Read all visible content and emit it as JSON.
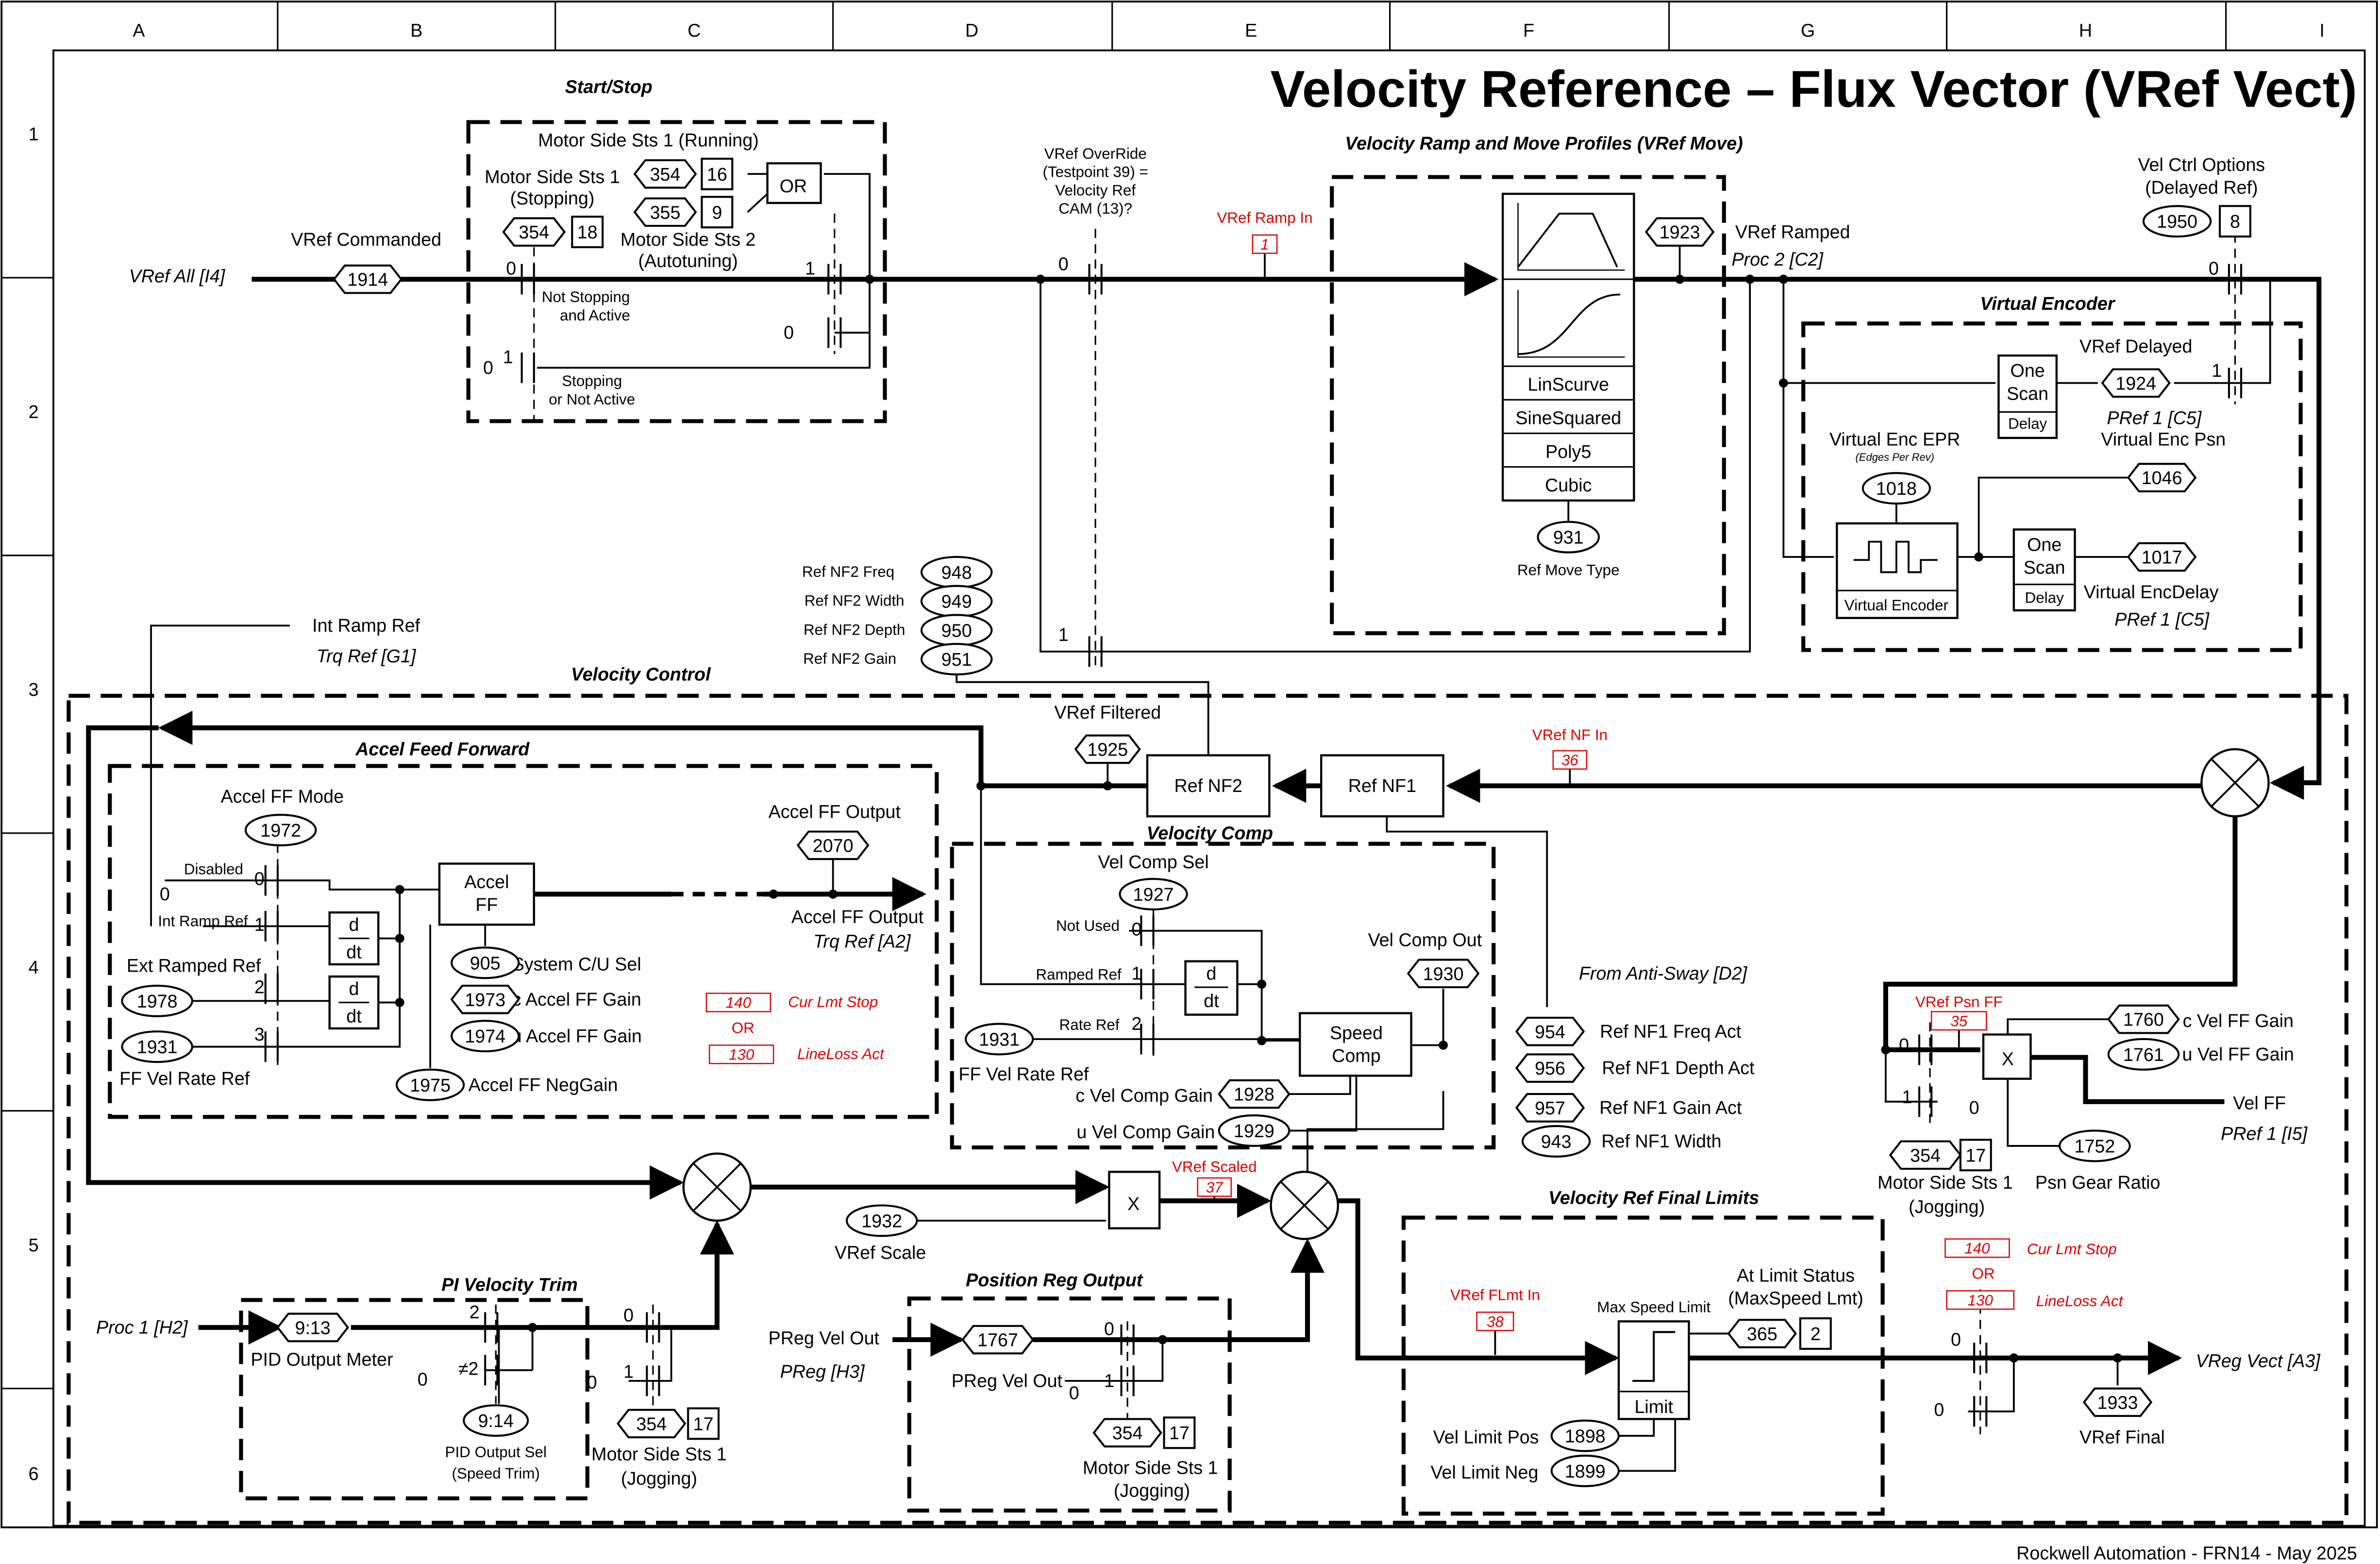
{
  "title": "Velocity Reference – Flux Vector (VRef Vect)",
  "footer": "Rockwell Automation - FRN14 - May 2025",
  "grid": {
    "columns": [
      "A",
      "B",
      "C",
      "D",
      "E",
      "F",
      "G",
      "H",
      "I"
    ],
    "rows": [
      "1",
      "2",
      "3",
      "4",
      "5",
      "6"
    ]
  },
  "labels": {
    "start_stop": "Start/Stop",
    "running": "Motor Side Sts 1 (Running)",
    "mss1_stop": "Motor Side Sts 1",
    "stopping": "(Stopping)",
    "mss2": "Motor Side Sts 2",
    "autotuning": "(Autotuning)",
    "or": "OR",
    "vref_cmd": "VRef Commanded",
    "vref_all": "VRef All [I4]",
    "not_stopping": "Not Stopping",
    "and_active": "and Active",
    "stopping2": "Stopping",
    "or_not_active": "or Not Active",
    "override1": "VRef OverRide",
    "override2": "(Testpoint 39) =",
    "override3": "Velocity Ref",
    "override4": "CAM (13)?",
    "ramp_section": "Velocity Ramp and Move Profiles (VRef Move)",
    "linscurve": "LinScurve",
    "sinesquared": "SineSquared",
    "poly5": "Poly5",
    "cubic": "Cubic",
    "ref_move_type": "Ref Move Type",
    "vref_ramped": "VRef Ramped",
    "proc2": "Proc 2 [C2]",
    "velctrl1": "Vel Ctrl Options",
    "velctrl2": "(Delayed Ref)",
    "virt_enc": "Virtual Encoder",
    "one": "One",
    "scan": "Scan",
    "delay": "Delay",
    "vref_delayed": "VRef Delayed",
    "pref1_c5": "PRef 1 [C5]",
    "virt_enc_psn": "Virtual Enc Psn",
    "virt_enc_epr": "Virtual Enc EPR",
    "edges": "(Edges Per Rev)",
    "virt_encoder_blk": "Virtual Encoder",
    "virt_encdelay": "Virtual EncDelay",
    "pref1_c5b": "PRef 1 [C5]",
    "nf2_freq": "Ref NF2 Freq",
    "nf2_width": "Ref NF2 Width",
    "nf2_depth": "Ref NF2 Depth",
    "nf2_gain": "Ref NF2 Gain",
    "int_ramp_ref": "Int Ramp Ref",
    "trq_ref_g1": "Trq Ref [G1]",
    "vel_control": "Velocity Control",
    "vref_filtered": "VRef Filtered",
    "ref_nf2": "Ref NF2",
    "ref_nf1": "Ref NF1",
    "accel_ff": "Accel Feed Forward",
    "accel_ff_mode": "Accel FF Mode",
    "disabled": "Disabled",
    "int_ramp_ref2": "Int Ramp Ref",
    "ext_ramped_ref": "Ext Ramped Ref",
    "ff_vel_rate_ref": "FF Vel Rate Ref",
    "d": "d",
    "dt": "dt",
    "accel": "Accel",
    "ff": "FF",
    "sys_cu_sel": "System C/U Sel",
    "c_accel_ff_gain": "c Accel FF Gain",
    "u_accel_ff_gain": "u Accel FF Gain",
    "accel_ff_neggain": "Accel FF NegGain",
    "accel_ff_output": "Accel FF Output",
    "accel_ff_output2": "Accel FF Output",
    "trq_ref_a2": "Trq Ref [A2]",
    "vel_comp": "Velocity Comp",
    "vel_comp_sel": "Vel Comp Sel",
    "not_used": "Not Used",
    "ramped_ref": "Ramped Ref",
    "rate_ref": "Rate Ref",
    "speed": "Speed",
    "comp": "Comp",
    "vel_comp_out": "Vel Comp Out",
    "ff_vel_rate_ref2": "FF Vel Rate Ref",
    "c_vel_comp_gain": "c Vel Comp Gain",
    "u_vel_comp_gain": "u Vel Comp Gain",
    "anti_sway": "From Anti-Sway [D2]",
    "nf1_freq_act": "Ref NF1 Freq Act",
    "nf1_depth_act": "Ref NF1 Depth Act",
    "nf1_gain_act": "Ref NF1 Gain Act",
    "nf1_width": "Ref NF1 Width",
    "c_vel_ff_gain": "c Vel FF Gain",
    "u_vel_ff_gain": "u Vel FF Gain",
    "vel_ff": "Vel FF",
    "pref1_i5": "PRef 1 [I5]",
    "psn_gear_ratio": "Psn Gear Ratio",
    "mss1_jog_a": "Motor Side Sts 1",
    "jogging_a": "(Jogging)",
    "x1": "X",
    "x2": "X",
    "vref_scale": "VRef Scale",
    "pi_trim": "PI Velocity Trim",
    "proc1_h2": "Proc 1 [H2]",
    "pid_out_meter": "PID Output Meter",
    "pid_out_sel": "PID Output Sel",
    "speed_trim": "(Speed Trim)",
    "ne2": "≠2",
    "mss1_jog_b": "Motor Side Sts 1",
    "jogging_b": "(Jogging)",
    "pos_reg_out": "Position Reg Output",
    "preg_vel_out": "PReg Vel Out",
    "preg_h3": "PReg [H3]",
    "preg_vel_out2": "PReg Vel Out",
    "mss1_jog_c": "Motor Side Sts 1",
    "jogging_c": "(Jogging)",
    "final_limits": "Velocity Ref Final Limits",
    "at_limit": "At Limit Status",
    "maxspeed_lmt": "(MaxSpeed Lmt)",
    "max_speed_limit": "Max Speed Limit",
    "limit": "Limit",
    "vel_limit_pos": "Vel Limit Pos",
    "vel_limit_neg": "Vel Limit Neg",
    "vreg_vect": "VReg Vect [A3]",
    "vref_final": "VRef Final",
    "n0": "0",
    "n1": "1",
    "n2": "2",
    "n3": "3"
  },
  "red_labels": {
    "vref_ramp_in": "VRef Ramp In",
    "vref_nf_in": "VRef NF In",
    "vref_psn_ff": "VRef Psn FF",
    "vref_scaled": "VRef Scaled",
    "vref_flmt_in": "VRef FLmt In",
    "cur_lmt_stop_a": "Cur Lmt Stop",
    "lineloss_a": "LineLoss Act",
    "or_a": "OR",
    "cur_lmt_stop_b": "Cur Lmt Stop",
    "lineloss_b": "LineLoss Act",
    "or_b": "OR"
  },
  "params": {
    "p1914": "1914",
    "p354a": "354",
    "p16": "16",
    "p355": "355",
    "p9": "9",
    "p354b": "354",
    "p18": "18",
    "p931": "931",
    "p1923": "1923",
    "p1950": "1950",
    "p8": "8",
    "p1924": "1924",
    "p1018": "1018",
    "p1046": "1046",
    "p1017": "1017",
    "p948": "948",
    "p949": "949",
    "p950": "950",
    "p951": "951",
    "p1925": "1925",
    "p1972": "1972",
    "p1978": "1978",
    "p1931a": "1931",
    "p905": "905",
    "p1973": "1973",
    "p1974": "1974",
    "p1975": "1975",
    "p2070": "2070",
    "p1927": "1927",
    "p1930": "1930",
    "p1931b": "1931",
    "p1928": "1928",
    "p1929": "1929",
    "p954": "954",
    "p956": "956",
    "p957": "957",
    "p943": "943",
    "p1760": "1760",
    "p1761": "1761",
    "p1752": "1752",
    "p354c": "354",
    "p17a": "17",
    "p1932": "1932",
    "p913": "9:13",
    "p914": "9:14",
    "p354d": "354",
    "p17b": "17",
    "p1767": "1767",
    "p354e": "354",
    "p17c": "17",
    "p365": "365",
    "p2": "2",
    "p1898": "1898",
    "p1899": "1899",
    "p1933": "1933"
  },
  "red_params": {
    "r1": "1",
    "r36": "36",
    "r35": "35",
    "r37": "37",
    "r38": "38",
    "r140a": "140",
    "r130a": "130",
    "r140b": "140",
    "r130b": "130"
  },
  "colors": {
    "line": "#000000",
    "testpoint": "#e00000"
  }
}
